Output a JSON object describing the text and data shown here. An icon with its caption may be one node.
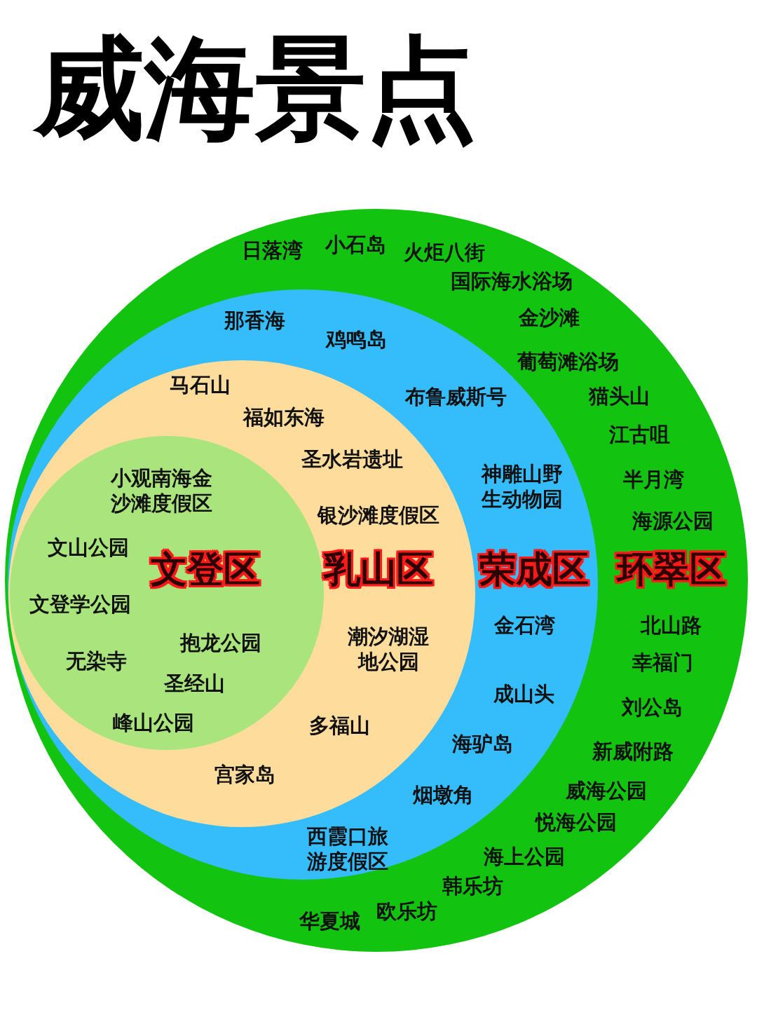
{
  "diagram": {
    "title": "威海景点",
    "nodes": [
      {
        "text": [
          "日落湾",
          "小石岛",
          "火炬八街",
          "国际海水浴场",
          "金沙滩",
          "葡萄滩浴场",
          "猫头山",
          "江古咀",
          "半月湾",
          "海源公园",
          "环翠区",
          "北山路",
          "幸福门",
          "刘公岛",
          "新威附路",
          "威海公园",
          "悦海公园",
          "海上公园",
          "韩乐坊",
          "欧乐坊",
          "华夏城"
        ]
      },
      {
        "text": [
          "那香海",
          "鸡鸣岛",
          "布鲁威斯号",
          "神雕山野生动物园",
          "荣成区",
          "金石湾",
          "成山头",
          "海驴岛",
          "烟墩角",
          "西霞口旅游度假区"
        ],
        "in": 0
      },
      {
        "text": [
          "马石山",
          "福如东海",
          "圣水岩遗址",
          "银沙滩度假区",
          "乳山区",
          "潮汐湖湿地公园",
          "多福山",
          "宫家岛"
        ],
        "in": 1
      },
      {
        "text": [
          "小观南海金沙滩度假区",
          "文山公园",
          "文登区",
          "文登学公园",
          "抱龙公园",
          "无染寺",
          "圣经山",
          "峰山公园"
        ],
        "in": 2
      }
    ]
  }
}
